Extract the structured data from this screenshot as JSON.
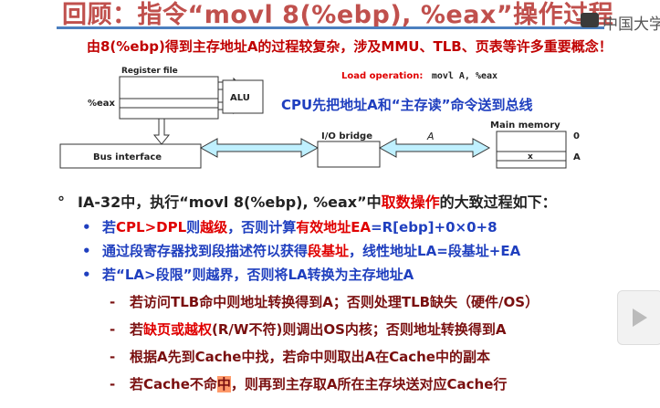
{
  "title": "回顾：指令“movl 8(%ebp), %eax”操作过程",
  "watermark": "中国大学",
  "subtitle": "由8(%ebp)得到主存地址A的过程较复杂，涉及MMU、TLB、页表等许多重要概念！",
  "diagram": {
    "register_file_label": "Register file",
    "eax_label": "%eax",
    "alu_label": "ALU",
    "load_operation_label": "Load operation:",
    "load_instruction": "movl A, %eax",
    "bus_interface_label": "Bus interface",
    "io_bridge_label": "I/O bridge",
    "addr_label": "A",
    "main_memory_label": "Main memory",
    "mem_zero": "0",
    "mem_a": "A",
    "mem_x": "x",
    "cpu_note": "CPU先把地址A和“主存读”命令送到总线"
  },
  "bullets": {
    "l0_marker": "°",
    "l0_a": "IA-32中，执行“movl 8(%ebp), %eax”中",
    "l0_b": "取数操作",
    "l0_c": "的大致过程如下：",
    "l1_marker": "•",
    "l1_a": "若",
    "l1_b": "CPL>DPL",
    "l1_c": "则",
    "l1_d": "越级",
    "l1_e": "，否则计算",
    "l1_f": "有效地址EA",
    "l1_g": "=R[ebp]+0×0+8",
    "l2_marker": "•",
    "l2_a": "通过段寄存器找到段描述符以获得",
    "l2_b": "段基址",
    "l2_c": "，线性地址LA=段基址+EA",
    "l3_marker": "•",
    "l3_a": "若“LA>段限”则越界，否则将LA转换为主存地址A",
    "l4_marker": "-",
    "l4_a": "若访问TLB命中则地址转换得到A；否则处理TLB缺失（硬件/OS）",
    "l5_marker": "-",
    "l5_a": "若",
    "l5_b": "缺页或越权",
    "l5_c": "(R/W不符)则调出OS内核；否则地址转换得到A",
    "l6_marker": "-",
    "l6_a": "根据A先到Cache中找，若命中则取出A在Cache中的副本",
    "l7_marker": "-",
    "l7_a": "若Cache不命",
    "l7_b": "中",
    "l7_c": "，则再到主存取A所在主存块送对应Cache行"
  },
  "colors": {
    "title": "#c0504d",
    "accent_red": "#e00000",
    "accent_blue": "#1f3fbf",
    "dark_red": "#7a1010",
    "arrow_cyan": "#bff0ff",
    "title_rule": "#4b7fbf"
  },
  "icons": {
    "play": "play-icon",
    "logo": "mooc-logo-icon"
  }
}
